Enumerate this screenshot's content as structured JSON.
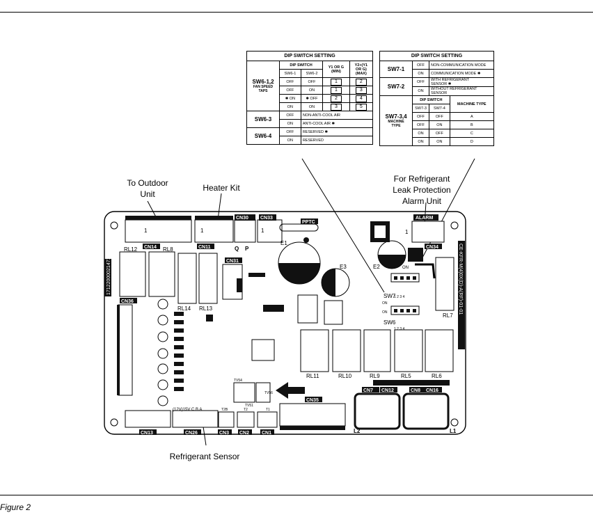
{
  "figure_caption": "Figure 2",
  "callouts": {
    "to_outdoor_unit": "To Outdoor\nUnit",
    "heater_kit": "Heater Kit",
    "refrigerant_leak": "For Refrigerant\nLeak Protection\nAlarm Unit",
    "refrigerant_sensor": "Refrigerant Sensor"
  },
  "dip_left": {
    "title": "DIP SWITCH SETTING",
    "dip_switch": "DIP SWITCH",
    "col_sw1": "SW6-1",
    "col_sw2": "SW6-2",
    "col_y1": "Y1 OR G\n(MIN)",
    "col_y2": "Y2+(Y1\nOR G)\n(MAX)",
    "sw612": "SW6-1,2",
    "fan_speed": "FAN SPEED\nTAPS",
    "rows": [
      {
        "a": "OFF",
        "b": "OFF",
        "min": "1",
        "max": "2"
      },
      {
        "a": "OFF",
        "b": "ON",
        "min": "1",
        "max": "3"
      },
      {
        "a": "✱ ON",
        "b": "✱ OFF",
        "min": "2",
        "max": "4"
      },
      {
        "a": "ON",
        "b": "ON",
        "min": "3",
        "max": "5"
      }
    ],
    "sw63": "SW6-3",
    "sw63_rows": [
      {
        "state": "OFF",
        "desc": "NON-ANTI-COOL AIR",
        "star": ""
      },
      {
        "state": "ON",
        "desc": "ANTI-COOL AIR",
        "star": "✱"
      }
    ],
    "sw64": "SW6-4",
    "sw64_rows": [
      {
        "state": "OFF",
        "desc": "RESERVED",
        "star": "✱"
      },
      {
        "state": "ON",
        "desc": "RESERVED",
        "star": ""
      }
    ]
  },
  "dip_right": {
    "title": "DIP SWITCH SETTING",
    "sw71": "SW7-1",
    "sw71_rows": [
      {
        "state": "OFF",
        "desc": "NON-COMMUNICATION MODE",
        "star": ""
      },
      {
        "state": "ON",
        "desc": "COMMUNICATION MODE",
        "star": "✱"
      }
    ],
    "sw72": "SW7-2",
    "sw72_rows": [
      {
        "state": "OFF",
        "desc": "WITH REFRIGERANT\nSENSOR",
        "star": "✱"
      },
      {
        "state": "ON",
        "desc": "WITHOUT REFRIGERANT\nSENSOR",
        "star": ""
      }
    ],
    "sw734": "SW7-3,4",
    "machine_type_label": "MACHINE\nTYPE",
    "dip_switch": "DIP SWITCH",
    "machine_type": "MACHINE TYPE",
    "col_sw3": "SW7-3",
    "col_sw4": "SW7-4",
    "rows": [
      {
        "a": "OFF",
        "b": "OFF",
        "t": "A"
      },
      {
        "a": "OFF",
        "b": "ON",
        "t": "B"
      },
      {
        "a": "ON",
        "b": "OFF",
        "t": "C"
      },
      {
        "a": "ON",
        "b": "ON",
        "t": "D"
      }
    ]
  },
  "board": {
    "connectors": [
      "CN14",
      "CN11",
      "CN30",
      "CN33",
      "CN34",
      "CN31",
      "CN36",
      "CN13",
      "CN26",
      "CN3",
      "CN2",
      "CN1",
      "CN35",
      "CN7",
      "CN12",
      "CN8",
      "CN16"
    ],
    "relays": [
      "RL12",
      "RL8",
      "RL14",
      "RL13",
      "RL11",
      "RL10",
      "RL9",
      "RL5",
      "RL6",
      "RL7"
    ],
    "caps": [
      "E1",
      "E2",
      "E3"
    ],
    "labels": {
      "pptc": "PPTC",
      "alarm": "ALARM",
      "q": "Q",
      "p": "P",
      "sw7": "SW7",
      "sw6": "SW6",
      "on": "ON",
      "on2": "ON",
      "on3": "ON",
      "pin1": "1",
      "pin1b": "1",
      "pin1c": "1",
      "pin1d": "1",
      "sensor_pins": "(12V)15V C  B  A",
      "t2b": "T2B",
      "t2": "T2",
      "t1": "T1",
      "l2": "L2",
      "l1": "L1",
      "tv54": "TV54",
      "tv56": "TV56",
      "tv51": "TV51",
      "part_no": "17122000021471",
      "board_id": "CE-KFR-M(4)0X(D)-A(RF)-01-01",
      "sw_pins": "1  2  3  4",
      "sw_pins2": "1  2  3  4"
    }
  }
}
